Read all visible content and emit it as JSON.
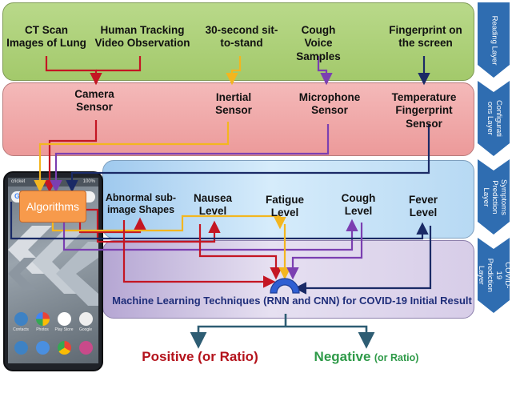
{
  "layers": [
    {
      "id": "reading",
      "label": "Reading Layer"
    },
    {
      "id": "config",
      "label": "Configurati ons Layer"
    },
    {
      "id": "symptoms",
      "label": "Symptoms Prediction Layer"
    },
    {
      "id": "covid",
      "label": "COVID-19 Prediction Layer"
    }
  ],
  "reading_nodes": {
    "ct": "CT Scan Images of Lung",
    "tracking": "Human Tracking Video Observation",
    "sit": "30-second sit-to-stand",
    "cough": "Cough Voice Samples",
    "finger": "Fingerprint on the screen"
  },
  "sensor_nodes": {
    "camera": "Camera Sensor",
    "inertial": "Inertial Sensor",
    "microphone": "Microphone Sensor",
    "temperature": "Temperature Fingerprint Sensor"
  },
  "symptom_nodes": {
    "abnormal": "Abnormal sub-image Shapes",
    "nausea": "Nausea Level",
    "fatigue": "Fatigue Level",
    "cough": "Cough Level",
    "fever": "Fever Level"
  },
  "algorithms": "Algorithms",
  "ml_label": "Machine Learning Techniques (RNN and CNN) for COVID-19 Initial Result",
  "outcomes": {
    "positive": "Positive (or Ratio)",
    "negative_main": "Negative",
    "negative_ratio": "(or Ratio)"
  },
  "phone": {
    "status_left": "cricket",
    "status_right": "100%",
    "search_g": "G",
    "apps_row1": [
      "Contacts",
      "Photos",
      "Play Store",
      "Google"
    ]
  },
  "colors": {
    "red_arrow": "#c41623",
    "yellow_arrow": "#f3b61f",
    "purple_arrow": "#7b3fb1",
    "navy_arrow": "#1a2a66",
    "outcome_arrow": "#2e5d73",
    "tab_blue": "#2f6db1",
    "hub": "#2f5fd3"
  }
}
